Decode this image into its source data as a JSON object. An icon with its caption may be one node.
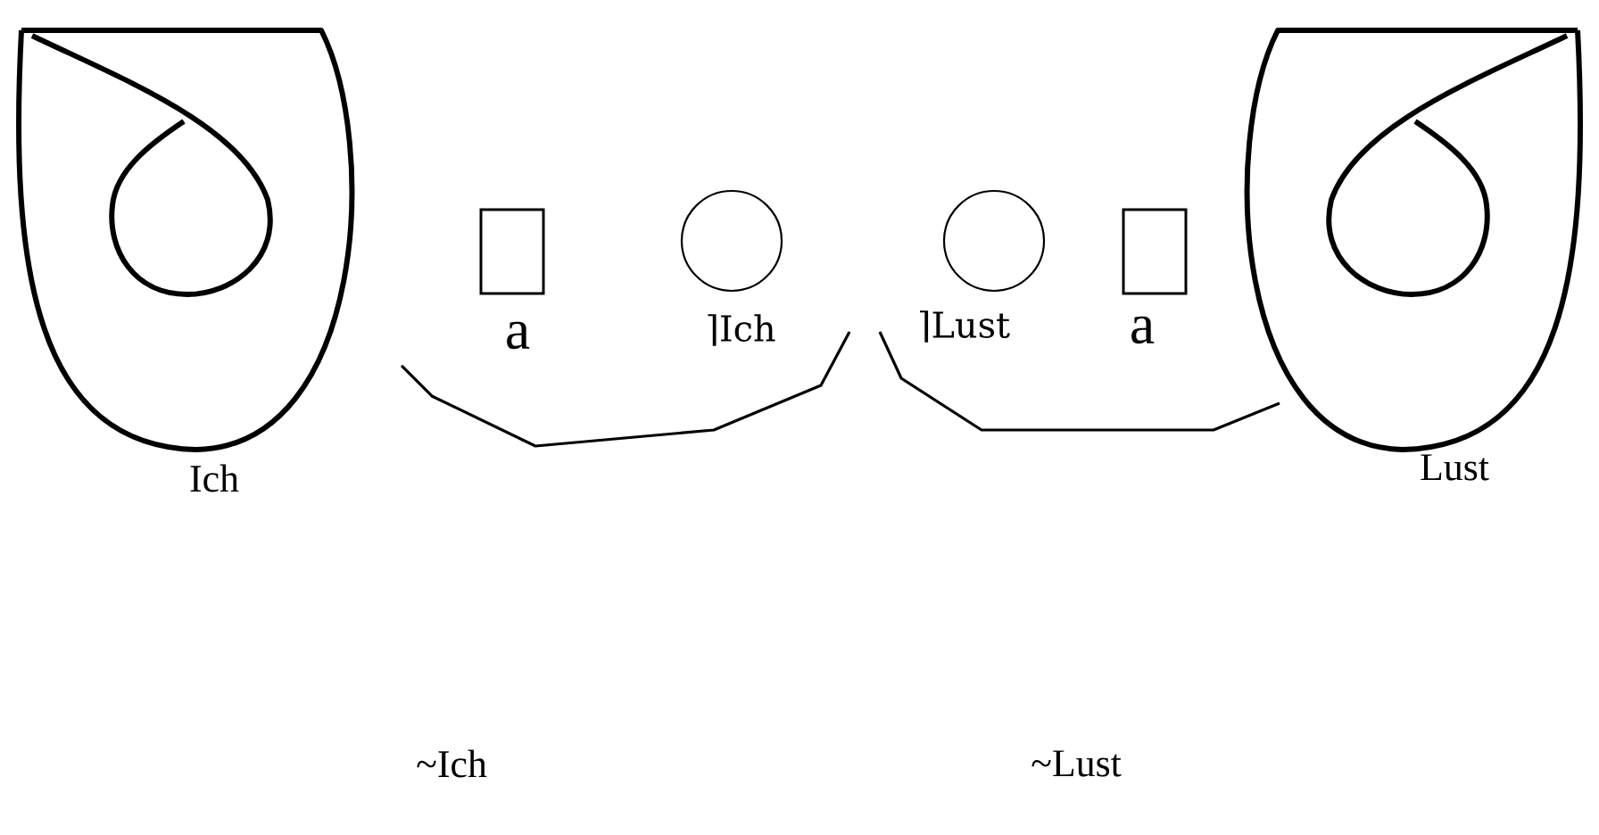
{
  "diagram": {
    "nodes": [
      {
        "text": [],
        "shape": "picture",
        "beside": [
          "Ich"
        ]
      },
      {
        "text": [],
        "shape": "box",
        "beside": [
          "a"
        ]
      },
      {
        "text": [],
        "shape": "circle",
        "beside": [
          "⌉Ich"
        ]
      },
      {
        "text": [],
        "shape": "circle",
        "beside": [
          "⌉Lust"
        ]
      },
      {
        "text": [],
        "shape": "box",
        "beside": [
          "a"
        ]
      },
      {
        "text": [],
        "shape": "picture",
        "beside": [
          "Lust"
        ]
      }
    ],
    "edges": [],
    "labels": [
      "~Ich",
      "~Lust"
    ]
  }
}
